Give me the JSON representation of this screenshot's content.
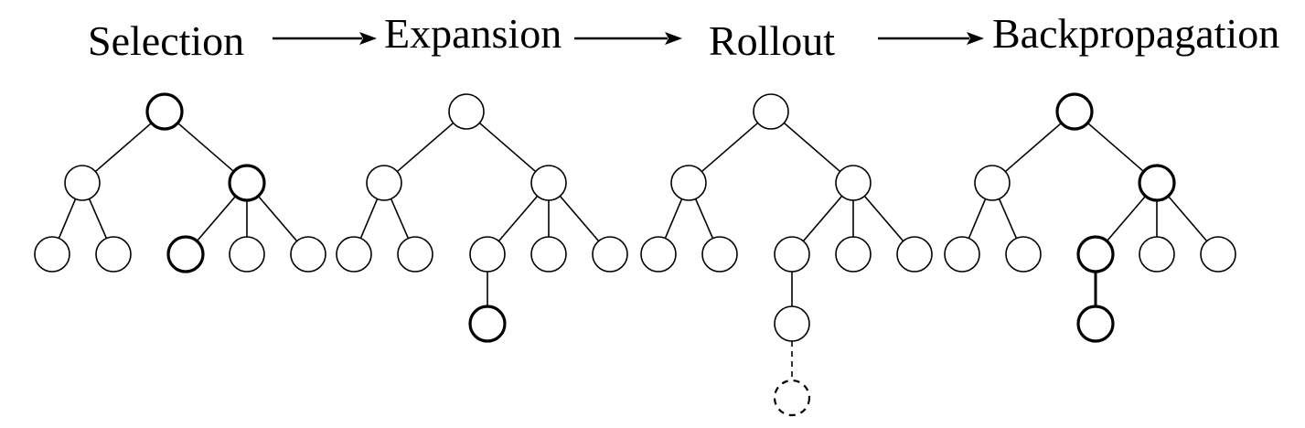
{
  "stages": [
    {
      "id": "selection",
      "title": "Selection",
      "bold_nodes": [
        "root",
        "R",
        "R1"
      ],
      "bold_edges": [],
      "extra_nodes": []
    },
    {
      "id": "expansion",
      "title": "Expansion",
      "bold_nodes": [
        "E"
      ],
      "bold_edges": [],
      "extra_nodes": [
        "E"
      ]
    },
    {
      "id": "rollout",
      "title": "Rollout",
      "bold_nodes": [],
      "bold_edges": [],
      "extra_nodes": [
        "E",
        "D"
      ],
      "dashed_nodes": [
        "D"
      ]
    },
    {
      "id": "backpropagation",
      "title": "Backpropagation",
      "bold_nodes": [
        "root",
        "R",
        "R1",
        "E"
      ],
      "bold_edges": [
        "R1-E"
      ],
      "extra_nodes": [
        "E"
      ]
    }
  ],
  "arrows": [
    {
      "from": "selection",
      "to": "expansion"
    },
    {
      "from": "expansion",
      "to": "rollout"
    },
    {
      "from": "rollout",
      "to": "backpropagation"
    }
  ]
}
